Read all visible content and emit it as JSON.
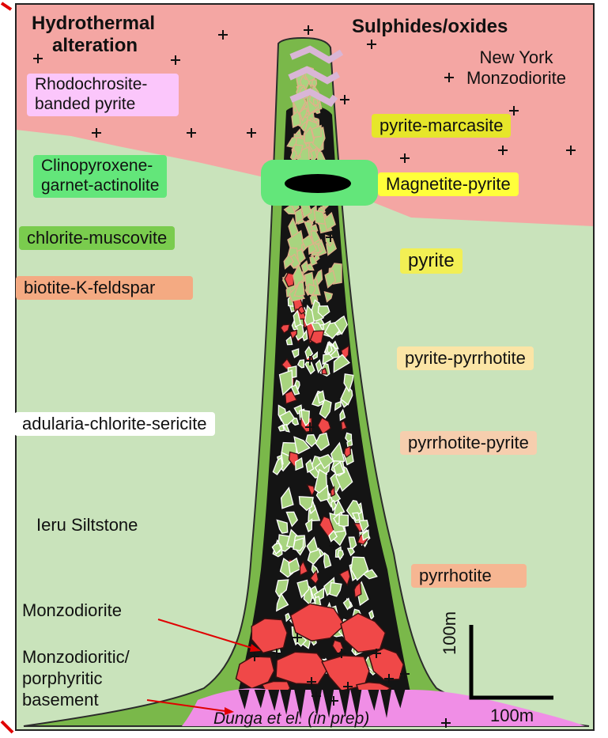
{
  "headings": {
    "hydrothermal_line1": "Hydrothermal",
    "hydrothermal_line2": "alteration",
    "sulphides": "Sulphides/oxides"
  },
  "units": {
    "new_york_line1": "New York",
    "new_york_line2": "Monzodiorite",
    "ieru": "Ieru Siltstone",
    "monzodiorite": "Monzodiorite",
    "basement_line1": "Monzodioritic/",
    "basement_line2": "porphyritic",
    "basement_line3": "basement"
  },
  "alteration": {
    "rhodochrosite_line1": "Rhodochrosite-",
    "rhodochrosite_line2": "banded pyrite",
    "clinopyroxene_line1": "Clinopyroxene-",
    "clinopyroxene_line2": "garnet-actinolite",
    "chlorite": "chlorite-muscovite",
    "biotite": "biotite-K-feldspar",
    "adularia": "adularia-chlorite-sericite"
  },
  "sulphides": {
    "pyrite_marcasite": "pyrite-marcasite",
    "magnetite_pyrite": "Magnetite-pyrite",
    "pyrite": "pyrite",
    "pyrite_pyrrhotite": "pyrite-pyrrhotite",
    "pyrrhotite_pyrite": "pyrrhotite-pyrite",
    "pyrrhotite": "pyrrhotite"
  },
  "scale": {
    "vertical": "100m",
    "horizontal": "100m"
  },
  "credit": "Dunga et el. (in prep)",
  "colors": {
    "monzodiorite_fill": "#f4a6a3",
    "siltstone_fill": "#c9e3bb",
    "pipe_green": "#7ab84a",
    "clast_green": "#a8d47f",
    "clast_red": "#f04848",
    "basement_pink": "#f08ee6",
    "rhodochrosite_hl": "#fbc6fb",
    "clinopyroxene_hl": "#63e67a",
    "chlorite_hl": "#7acc4e",
    "biotite_hl": "#f4aa82",
    "pyrite_marcasite_hl": "#e6e62a",
    "magnetite_pyrite_hl": "#ffff3a",
    "pyrite_hl": "#f2ef54",
    "pyrite_pyrrhotite_hl": "#fbe5a6",
    "pyrrhotite_pyrite_hl": "#f6ceae",
    "pyrrhotite_hl": "#f6b692"
  }
}
